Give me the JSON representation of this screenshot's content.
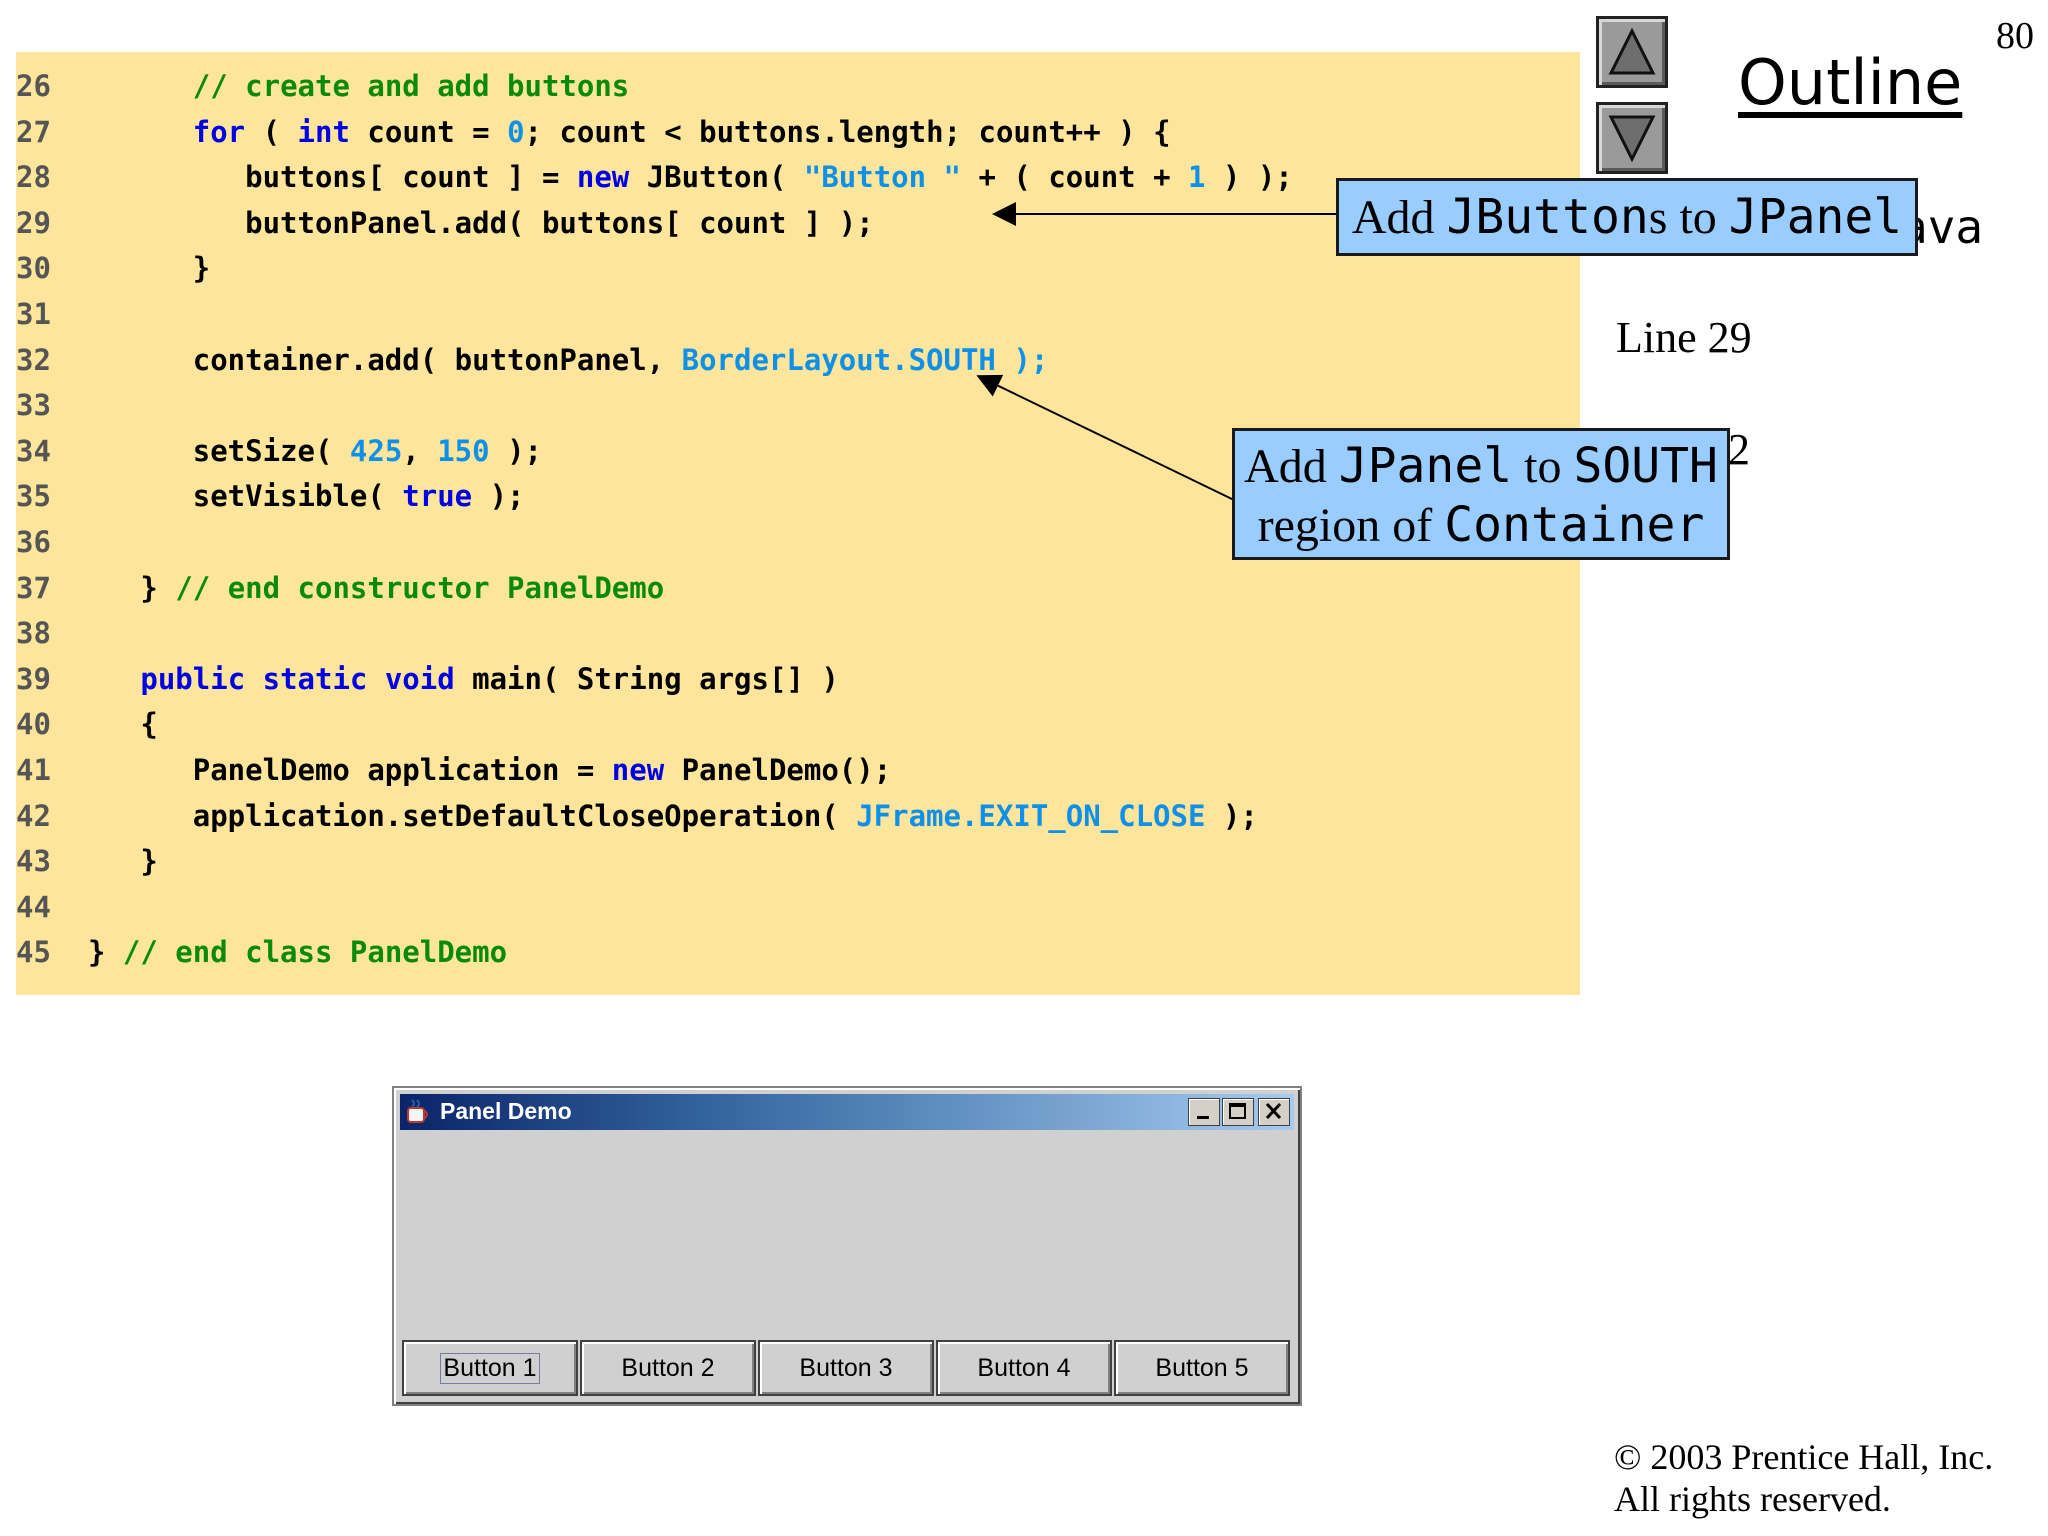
{
  "page_number": "80",
  "outline": {
    "title": "Outline",
    "file_label_fragment": "ava",
    "line_label": "Line 29",
    "line_label_fragment": "2"
  },
  "code": {
    "lines": [
      {
        "n": "26",
        "tokens": [
          {
            "t": "      ",
            "c": "pl"
          },
          {
            "t": "// create and add buttons",
            "c": "cm"
          }
        ]
      },
      {
        "n": "27",
        "tokens": [
          {
            "t": "      ",
            "c": "pl"
          },
          {
            "t": "for",
            "c": "kw"
          },
          {
            "t": " ( ",
            "c": "pl"
          },
          {
            "t": "int",
            "c": "kw"
          },
          {
            "t": " count = ",
            "c": "pl"
          },
          {
            "t": "0",
            "c": "lit"
          },
          {
            "t": "; count < buttons.length; count++ ) {",
            "c": "pl"
          }
        ]
      },
      {
        "n": "28",
        "tokens": [
          {
            "t": "         buttons[ count ] = ",
            "c": "pl"
          },
          {
            "t": "new",
            "c": "kw"
          },
          {
            "t": " JButton( ",
            "c": "pl"
          },
          {
            "t": "\"Button \"",
            "c": "lit"
          },
          {
            "t": " + ( count + ",
            "c": "pl"
          },
          {
            "t": "1",
            "c": "lit"
          },
          {
            "t": " ) );",
            "c": "pl"
          }
        ]
      },
      {
        "n": "29",
        "tokens": [
          {
            "t": "         buttonPanel.add( buttons[ count ] );",
            "c": "pl"
          }
        ]
      },
      {
        "n": "30",
        "tokens": [
          {
            "t": "      }",
            "c": "pl"
          }
        ]
      },
      {
        "n": "31",
        "tokens": []
      },
      {
        "n": "32",
        "tokens": [
          {
            "t": "      container.add( buttonPanel, ",
            "c": "pl"
          },
          {
            "t": "BorderLayout.SOUTH );",
            "c": "lit"
          }
        ]
      },
      {
        "n": "33",
        "tokens": []
      },
      {
        "n": "34",
        "tokens": [
          {
            "t": "      setSize( ",
            "c": "pl"
          },
          {
            "t": "425",
            "c": "lit"
          },
          {
            "t": ", ",
            "c": "pl"
          },
          {
            "t": "150",
            "c": "lit"
          },
          {
            "t": " );",
            "c": "pl"
          }
        ]
      },
      {
        "n": "35",
        "tokens": [
          {
            "t": "      setVisible( ",
            "c": "pl"
          },
          {
            "t": "true",
            "c": "kw"
          },
          {
            "t": " );",
            "c": "pl"
          }
        ]
      },
      {
        "n": "36",
        "tokens": []
      },
      {
        "n": "37",
        "tokens": [
          {
            "t": "   } ",
            "c": "pl"
          },
          {
            "t": "// end constructor PanelDemo",
            "c": "cm"
          }
        ]
      },
      {
        "n": "38",
        "tokens": []
      },
      {
        "n": "39",
        "tokens": [
          {
            "t": "   ",
            "c": "pl"
          },
          {
            "t": "public static void",
            "c": "kw"
          },
          {
            "t": " main( String args[] )",
            "c": "pl"
          }
        ]
      },
      {
        "n": "40",
        "tokens": [
          {
            "t": "   {",
            "c": "pl"
          }
        ]
      },
      {
        "n": "41",
        "tokens": [
          {
            "t": "      PanelDemo application = ",
            "c": "pl"
          },
          {
            "t": "new",
            "c": "kw"
          },
          {
            "t": " PanelDemo();",
            "c": "pl"
          }
        ]
      },
      {
        "n": "42",
        "tokens": [
          {
            "t": "      application.setDefaultCloseOperation( ",
            "c": "pl"
          },
          {
            "t": "JFrame.EXIT_ON_CLOSE",
            "c": "lit"
          },
          {
            "t": " );",
            "c": "pl"
          }
        ]
      },
      {
        "n": "43",
        "tokens": [
          {
            "t": "   }",
            "c": "pl"
          }
        ]
      },
      {
        "n": "44",
        "tokens": []
      },
      {
        "n": "45",
        "tokens": [
          {
            "t": "} ",
            "c": "pl"
          },
          {
            "t": "// end class PanelDemo",
            "c": "cm"
          }
        ]
      }
    ]
  },
  "callouts": {
    "c1": {
      "pre": "Add ",
      "mono1": "JButton",
      "mid": "s to ",
      "mono2": "JPanel"
    },
    "c2": {
      "line1_pre": "Add ",
      "line1_mono1": "JPanel",
      "line1_mid": " to ",
      "line1_mono2": "SOUTH",
      "line2_pre": "region of ",
      "line2_mono": "Container"
    }
  },
  "demo_window": {
    "title": "Panel Demo",
    "buttons": [
      "Button 1",
      "Button 2",
      "Button 3",
      "Button 4",
      "Button 5"
    ]
  },
  "copyright": {
    "line1": "© 2003 Prentice Hall, Inc.",
    "line2": "All rights reserved."
  },
  "colors": {
    "code_background": "#fde69b",
    "keyword": "#0000e6",
    "literal": "#0e90e8",
    "comment": "#0a8a0a",
    "callout_fill": "#99ccff"
  },
  "icons": [
    "up-arrow-icon",
    "down-arrow-icon",
    "java-cup-icon",
    "minimize-icon",
    "maximize-icon",
    "close-icon"
  ]
}
